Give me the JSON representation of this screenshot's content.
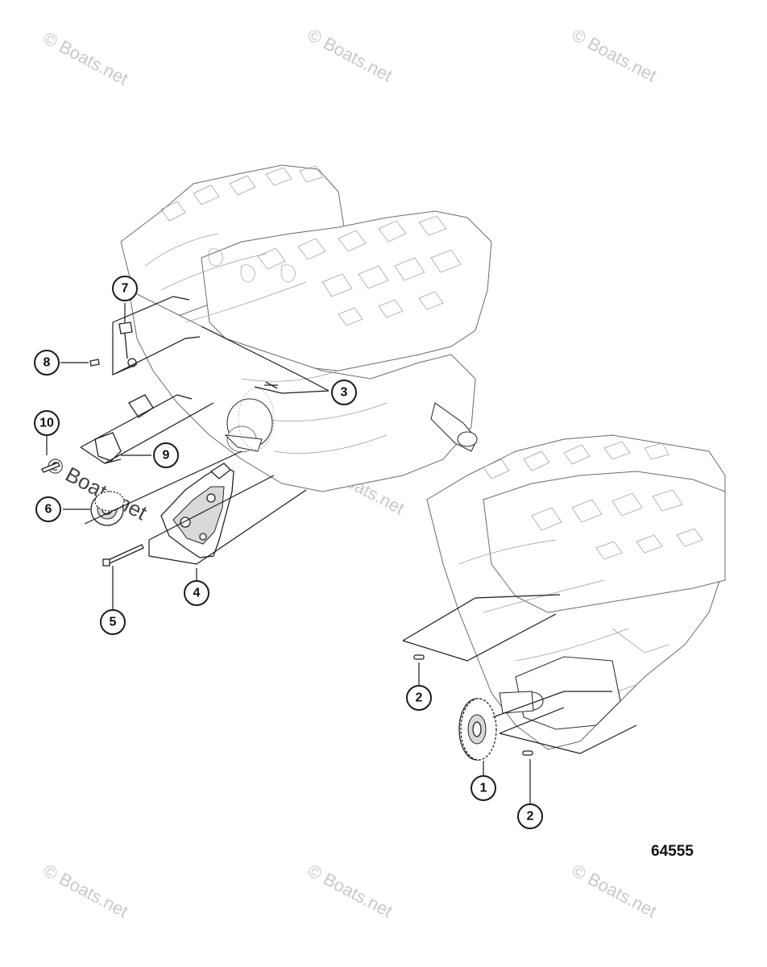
{
  "figure_number": "64555",
  "watermark": "© Boats.net",
  "callouts": [
    {
      "id": "c1",
      "label": "1"
    },
    {
      "id": "c2a",
      "label": "2"
    },
    {
      "id": "c2b",
      "label": "2"
    },
    {
      "id": "c3",
      "label": "3"
    },
    {
      "id": "c4",
      "label": "4"
    },
    {
      "id": "c5",
      "label": "5"
    },
    {
      "id": "c6",
      "label": "6"
    },
    {
      "id": "c7",
      "label": "7"
    },
    {
      "id": "c8",
      "label": "8"
    },
    {
      "id": "c9",
      "label": "9"
    },
    {
      "id": "c10",
      "label": "10"
    }
  ],
  "colors": {
    "line": "#1a1a1a",
    "engine_line": "#6a6a6a",
    "watermark": "#c8c8c8"
  }
}
